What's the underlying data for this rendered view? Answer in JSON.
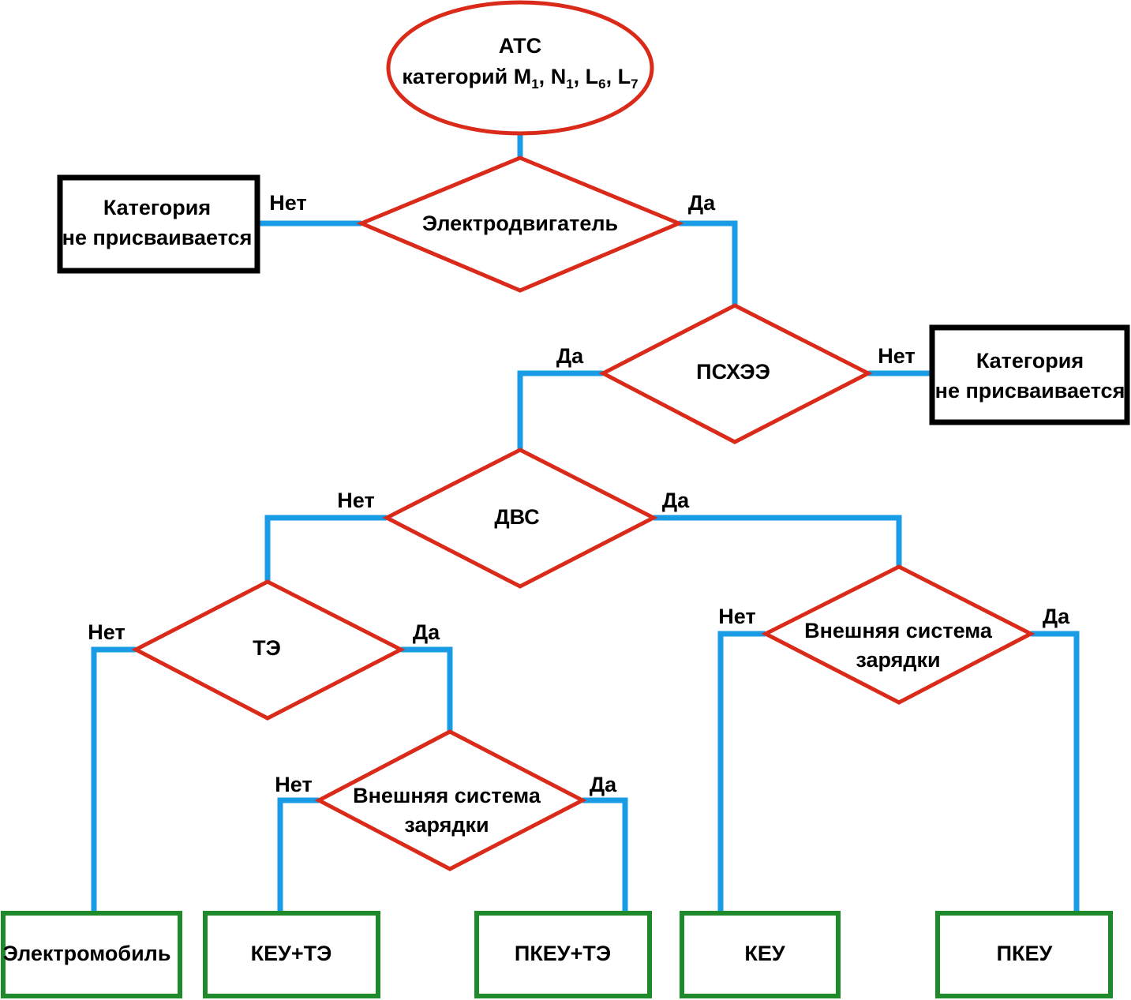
{
  "colors": {
    "connector": "#1a9be6",
    "decision_border": "#d92a1a",
    "terminal_none_border": "#000000",
    "result_border": "#1f8a2a"
  },
  "start": {
    "line1": "АТС",
    "line2_prefix": "категорий ",
    "categories": [
      {
        "letter": "M",
        "sub": "1"
      },
      {
        "letter": "N",
        "sub": "1"
      },
      {
        "letter": "L",
        "sub": "6"
      },
      {
        "letter": "L",
        "sub": "7"
      }
    ]
  },
  "decisions": {
    "electric_motor": {
      "lines": [
        "Электродвигатель"
      ]
    },
    "pskhee": {
      "lines": [
        "ПСХЭЭ"
      ]
    },
    "dvs": {
      "lines": [
        "ДВС"
      ]
    },
    "te": {
      "lines": [
        "ТЭ"
      ]
    },
    "charging_left": {
      "lines": [
        "Внешняя система",
        "зарядки"
      ]
    },
    "charging_right": {
      "lines": [
        "Внешняя система",
        "зарядки"
      ]
    }
  },
  "no_category": {
    "lines": [
      "Категория",
      "не присваивается"
    ]
  },
  "results": {
    "electromobile": "Электромобиль",
    "keu_te": "КЕУ+ТЭ",
    "pkeu_te": "ПКЕУ+ТЭ",
    "keu": "КЕУ",
    "pkeu": "ПКЕУ"
  },
  "edge_labels": {
    "yes": "Да",
    "no": "Нет"
  }
}
